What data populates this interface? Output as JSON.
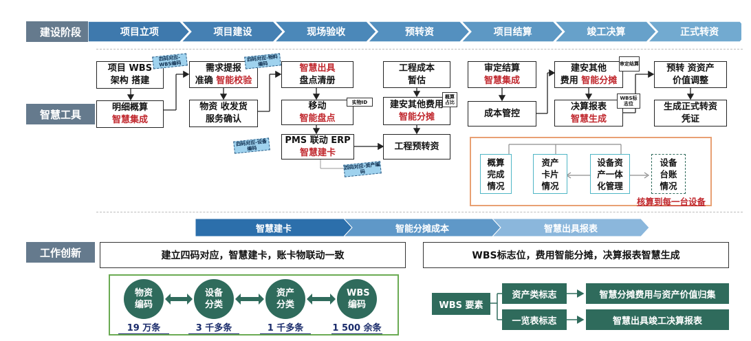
{
  "rows": {
    "stages": "建设阶段",
    "tools": "智慧工具",
    "innovation": "工作创新"
  },
  "stages": [
    "项目立项",
    "项目建设",
    "现场验收",
    "预转资",
    "项目结算",
    "竣工决算",
    "正式转资"
  ],
  "tools": {
    "wbs_frame": {
      "line1": "项目 WBS",
      "line2": "架构 搭建"
    },
    "budget": {
      "line1": "明细概算",
      "line2": "智慧集成"
    },
    "demand": {
      "line1": "需求提报",
      "line2a": "准确 ",
      "line2b": "智能校验"
    },
    "material": {
      "line1": "物资 收发货",
      "line2": "服务确认"
    },
    "out_stock": {
      "line1": "智慧出具",
      "line2": "盘点清册"
    },
    "mobile": {
      "line1": "移动",
      "line2": "智能盘点"
    },
    "pms": {
      "line1": "PMS 联动 ERP",
      "line2": "智慧建卡"
    },
    "cost_est": {
      "line1": "工程成本",
      "line2": "暂估"
    },
    "other_cost": {
      "line1": "建安其他费用",
      "line2": "智能分摊"
    },
    "pre_transfer": {
      "line1": "工程预转资"
    },
    "settle": {
      "line1": "审定结算",
      "line2": "智慧集成"
    },
    "cost_ctrl": {
      "line1": "成本管控"
    },
    "other_fee": {
      "line1": "建安其他",
      "line2a": "费用 ",
      "line2b": "智能分摊"
    },
    "final_report": {
      "line1": "决算报表",
      "line2": "智慧生成"
    },
    "value_adjust": {
      "line1": "预转 资资产",
      "line2": "价值调整"
    },
    "formal_voucher": {
      "line1": "生成正式转资",
      "line2": "凭证"
    },
    "tags": {
      "t1": "四码对应-WBS编码",
      "t2": "四码对应-物料编码",
      "t3": "四码对应-设备编码",
      "t4": "四码对应-资产编码"
    },
    "notes": {
      "physical_id": "实物ID",
      "budget_ratio": "概算占比",
      "settled": "审定结算",
      "wbs_flag": "WBS标志位"
    },
    "ledger": {
      "b1": "概算完成情况",
      "b2": "资产卡片情况",
      "b3": "设备资产一体化管理",
      "b4": "设备台账情况",
      "caption": "核算到每一台设备"
    }
  },
  "band": [
    "智慧建卡",
    "智能分摊成本",
    "智慧出具报表"
  ],
  "innovation": {
    "left_title": "建立四码对应，智慧建卡，账卡物联动一致",
    "right_title": "WBS标志位，费用智能分摊，决算报表智慧生成",
    "circles": [
      {
        "label": "物资编码",
        "count": "19 万条"
      },
      {
        "label": "设备分类",
        "count": "3 千多条"
      },
      {
        "label": "资产分类",
        "count": "1 千多条"
      },
      {
        "label": "WBS编码",
        "count": "1 500 余条"
      }
    ],
    "wbs_root": "WBS 要素",
    "flags": [
      {
        "name": "资产类标志",
        "result": "智慧分摊费用与资产价值归集"
      },
      {
        "name": "一览表标志",
        "result": "智慧出具竣工决算报表"
      }
    ]
  },
  "colors": {
    "row_label": "#657a8d",
    "stage_arrow": "#4b86b7",
    "red_text": "#c0272d",
    "teal": "#4eb5c5",
    "green": "#2f6b5c",
    "ledger_border": "#e8a073",
    "circle_frame": "#6aaa52"
  }
}
